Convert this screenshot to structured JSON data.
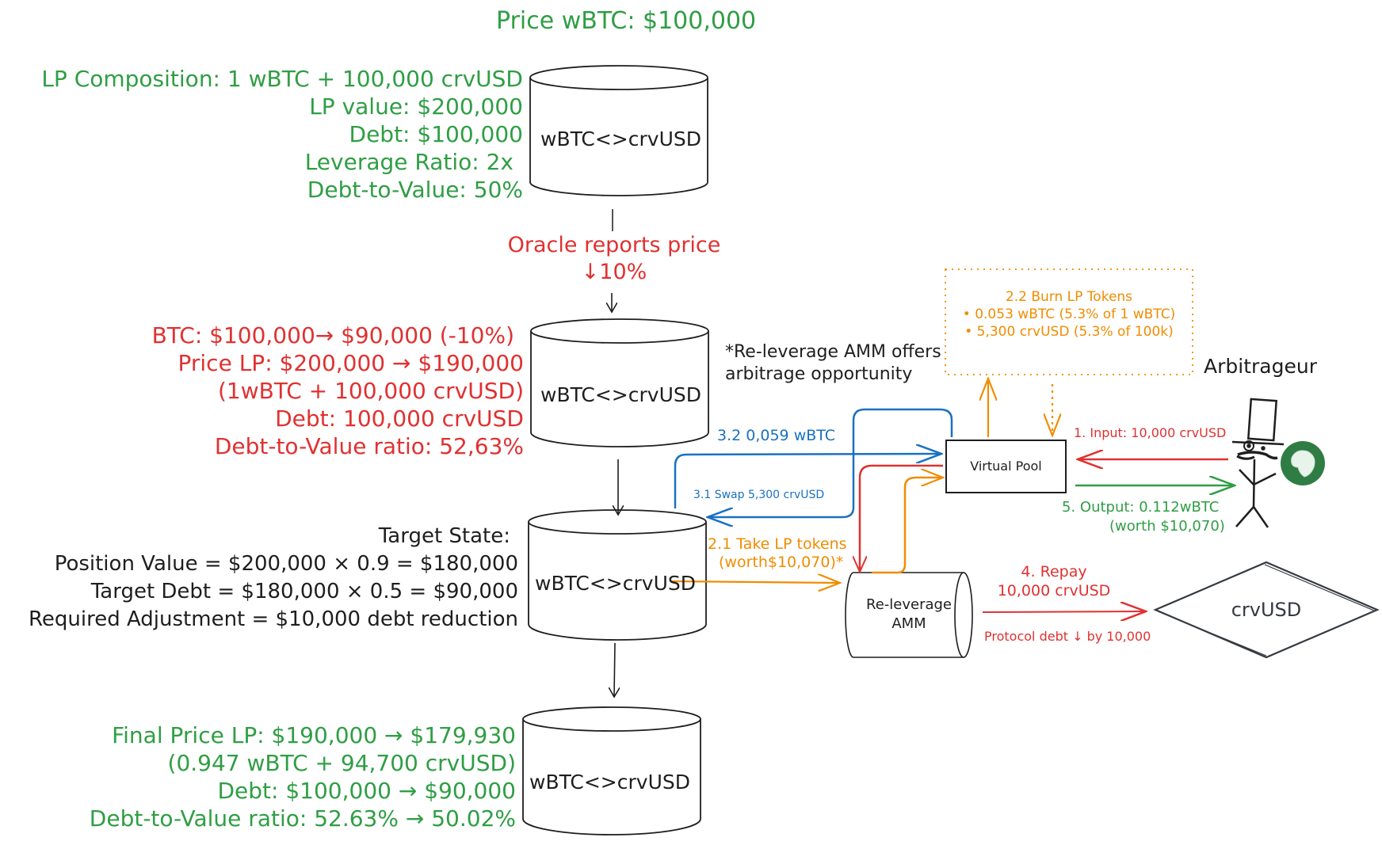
{
  "title": "Price wBTC: $100,000",
  "colors": {
    "green": "#2f9e44",
    "red": "#e03131",
    "orange": "#f08c00",
    "blue": "#1971c2",
    "ink": "#1e1e1e"
  },
  "initial_state": {
    "lines": [
      "LP Composition: 1 wBTC + 100,000 crvUSD",
      "LP value: $200,000",
      "Debt: $100,000",
      "Leverage Ratio: 2x",
      "Debt-to-Value: 50%"
    ],
    "pool_label": "wBTC<>crvUSD"
  },
  "oracle": {
    "line1": "Oracle reports price",
    "line2": "↓10%"
  },
  "after_drop": {
    "lines": [
      "BTC: $100,000→ $90,000 (-10%)",
      "Price LP: $200,000 → $190,000",
      "(1wBTC + 100,000 crvUSD)",
      "Debt: 100,000 crvUSD",
      "Debt-to-Value ratio: 52,63%"
    ],
    "pool_label": "wBTC<>crvUSD"
  },
  "target_state": {
    "lines": [
      "Target State:",
      "Position Value = $200,000 × 0.9 = $180,000",
      "Target Debt = $180,000 × 0.5 = $90,000",
      "Required Adjustment = $10,000 debt reduction"
    ],
    "pool_label": "wBTC<>crvUSD"
  },
  "final_state": {
    "lines": [
      "Final Price LP: $190,000 → $179,930",
      "(0.947 wBTC + 94,700 crvUSD)",
      "Debt: $100,000 → $90,000",
      "Debt-to-Value ratio: 52.63% → 50.02%"
    ],
    "pool_label": "wBTC<>crvUSD"
  },
  "note": {
    "line1": "*Re-leverage AMM offers",
    "line2": "arbitrage opportunity"
  },
  "burn_box": {
    "title": "2.2 Burn LP Tokens",
    "items": [
      "• 0.053 wBTC (5.3% of 1 wBTC)",
      "• 5,300 crvUSD (5.3% of 100k)"
    ]
  },
  "virtual_pool": {
    "label": "Virtual Pool"
  },
  "releverage_amm": {
    "line1": "Re-leverage",
    "line2": "AMM"
  },
  "crvusd_node": {
    "label": "crvUSD"
  },
  "arbitrageur": {
    "label": "Arbitrageur",
    "icon": "top-hat-stick-figure-icon",
    "token_icon": "curve-token-icon"
  },
  "flows": {
    "step1": "1. Input: 10,000 crvUSD",
    "step5_line1": "5. Output: 0.112wBTC",
    "step5_line2": "(worth $10,070)",
    "step2_1_line1": "2.1 Take LP tokens",
    "step2_1_line2": "(worth$10,070)*",
    "step3_1": "3.1 Swap 5,300 crvUSD",
    "step3_2": "3.2 0,059 wBTC",
    "step4_line1": "4. Repay",
    "step4_line2": "10,000 crvUSD",
    "protocol_debt": "Protocol debt ↓ by 10,000"
  }
}
